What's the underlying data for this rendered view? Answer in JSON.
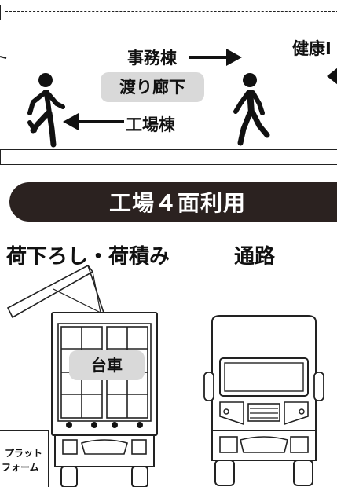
{
  "corridor": {
    "office_building": "事務棟",
    "health_building": "健康I",
    "walkway": "渡り廊下",
    "factory_building": "工場棟"
  },
  "banner": {
    "title": "工場４面利用"
  },
  "sections": {
    "loading_label": "荷下ろし・荷積み",
    "passage_label": "通路"
  },
  "truck_left": {
    "cart_label": "台車"
  },
  "platform": {
    "line1": "プラット",
    "line2": "フォーム"
  }
}
